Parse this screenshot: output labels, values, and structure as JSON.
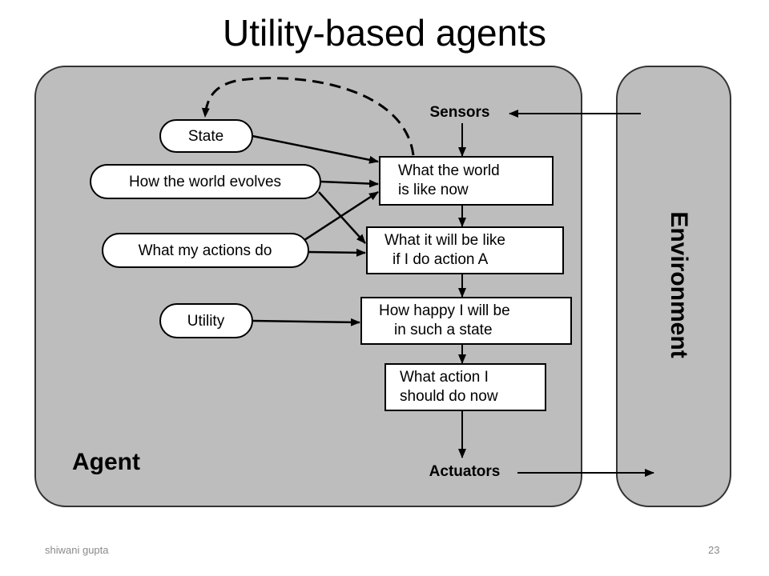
{
  "title": "Utility-based agents",
  "diagram": {
    "agent_label": "Agent",
    "environment_label": "Environment",
    "sensors_label": "Sensors",
    "actuators_label": "Actuators",
    "state_nodes": {
      "state": "State",
      "world_evolves": "How the world evolves",
      "actions_do": "What my actions do",
      "utility": "Utility"
    },
    "process_boxes": {
      "world_now": [
        "What the world",
        "is like now"
      ],
      "will_be": [
        "What it will be like",
        "if I do action A"
      ],
      "how_happy": [
        "How happy I will be",
        "in such a state"
      ],
      "action": [
        "What action I",
        "should do now"
      ]
    }
  },
  "footer": {
    "author": "shiwani gupta",
    "page": "23"
  }
}
